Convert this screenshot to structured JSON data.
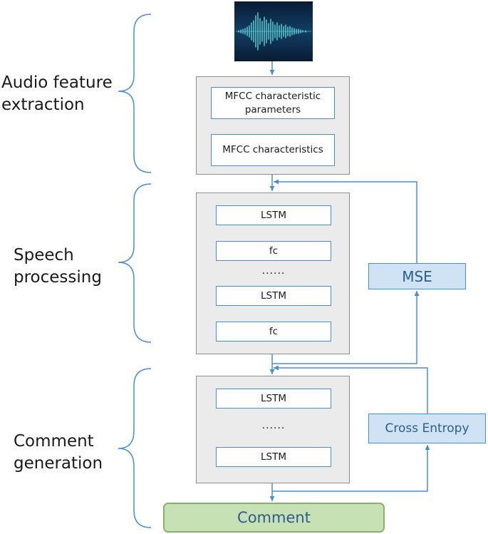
{
  "sections": [
    {
      "line1": "Audio feature",
      "line2": "extraction"
    },
    {
      "line1": "Speech",
      "line2": "processing"
    },
    {
      "line1": "Comment",
      "line2": "generation"
    }
  ],
  "feature_extraction": {
    "nodes": [
      "MFCC characteristic parameters",
      "MFCC characteristics"
    ]
  },
  "speech_processing": {
    "nodes": [
      "LSTM",
      "fc",
      "LSTM",
      "fc"
    ],
    "ellipsis": "......"
  },
  "comment_generation": {
    "nodes": [
      "LSTM",
      "LSTM"
    ],
    "ellipsis": "......"
  },
  "losses": {
    "mse": "MSE",
    "cross_entropy": "Cross Entropy"
  },
  "output": {
    "label": "Comment"
  },
  "colors": {
    "arrow": "#4a8ed8",
    "panel": "#ebebeb",
    "loss_fill": "#cfe3f5",
    "output_fill": "#c7e0b4",
    "wave_background": "#0d2a4a",
    "wave_signal": "#5fe3e0"
  },
  "icons": {
    "audio": "audio-waveform-icon"
  }
}
